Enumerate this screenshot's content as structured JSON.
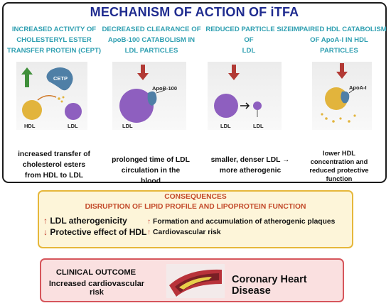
{
  "title": "MECHANISM OF ACTION OF iTFA",
  "columns": [
    {
      "heading": [
        "INCREASED ACTIVITY OF",
        "CHOLESTERYL ESTER",
        "TRANSFER PROTEIN (CEPT)"
      ],
      "labels": {
        "cetp": "CETP",
        "hdl": "HDL",
        "ldl": "LDL"
      },
      "description": [
        "increased transfer of",
        "cholesterol esters",
        "from HDL to LDL"
      ]
    },
    {
      "heading": [
        "DECREASED CLEARANCE OF",
        "ApoB-100 CATABOLISM IN",
        "LDL PARTICLES"
      ],
      "labels": {
        "apob": "ApoB-100",
        "ldl": "LDL"
      },
      "description": [
        "prolonged time of LDL",
        "circulation in the",
        "blood"
      ]
    },
    {
      "heading": [
        "REDUCED PARTICLE SIZE OF",
        "LDL"
      ],
      "labels": {
        "ldl_big": "LDL",
        "ldl_small": "LDL"
      },
      "description": [
        "smaller, denser LDL →",
        "more atherogenic"
      ]
    },
    {
      "heading": [
        "IMPAIRED HDL CATABOLISM",
        "OF ApoA-I IN HDL PARTICLES"
      ],
      "labels": {
        "apoa": "ApoA-I"
      },
      "description": [
        "lower HDL",
        "concentration and",
        "reduced protective",
        "function"
      ]
    }
  ],
  "consequences": {
    "title": "CONSEQUENCES",
    "subtitle": "DISRUPTION OF LIPID PROFILE AND LIPOPROTEIN FUNCTION",
    "left": [
      {
        "arrow": "↑",
        "text": "LDL atherogenicity"
      },
      {
        "arrow": "↓",
        "text": "Protective effect of HDL"
      }
    ],
    "right": [
      {
        "arrow": "↑",
        "text": "Formation and accumulation of atherogenic plaques"
      },
      {
        "arrow": "↑",
        "text": "Cardiovascular risk"
      }
    ]
  },
  "clinical": {
    "title": "CLINICAL OUTCOME",
    "subtitle": "Increased cardiovascular risk",
    "disease": "Coronary Heart Disease"
  },
  "colors": {
    "title_blue": "#1f2b8f",
    "heading_teal": "#2f9fb1",
    "arrow_red": "#b23a35",
    "arrow_green": "#3f8f3a",
    "ldl_purple": "#8e5fbf",
    "hdl_yellow": "#e2b43c",
    "protein_blue": "#4f7fa6",
    "consequence_border": "#e6b73a",
    "clinical_border": "#d6565c"
  }
}
